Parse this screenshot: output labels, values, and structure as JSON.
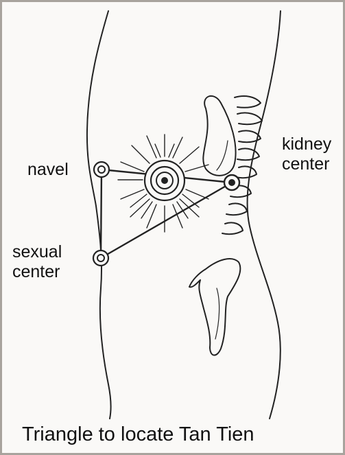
{
  "labels": {
    "navel": "navel",
    "sexual_line1": "sexual",
    "sexual_line2": "center",
    "kidney_line1": "kidney",
    "kidney_line2": "center"
  },
  "caption": "Triangle to locate Tan Tien",
  "colors": {
    "ink": "#222222",
    "border": "#a8a39d",
    "background": "#faf9f7"
  }
}
